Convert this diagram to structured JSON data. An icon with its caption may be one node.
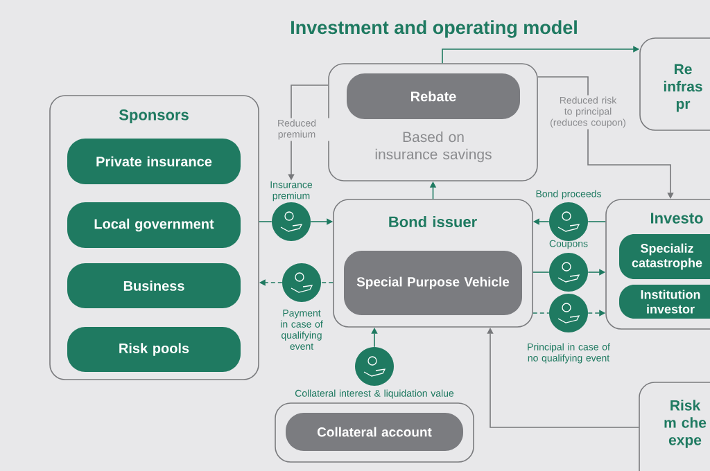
{
  "diagram": {
    "title": "Investment and operating model",
    "nodes": [
      {
        "text": [
          "Sponsors"
        ]
      },
      {
        "text": [
          "Private insurance"
        ],
        "in": 0
      },
      {
        "text": [
          "Local government"
        ],
        "in": 0
      },
      {
        "text": [
          "Business"
        ],
        "in": 0
      },
      {
        "text": [
          "Risk pools"
        ],
        "in": 0
      },
      {
        "text": [
          "Based on insurance savings"
        ]
      },
      {
        "text": [
          "Rebate"
        ],
        "in": 5
      },
      {
        "text": [
          "Re infras pr"
        ]
      },
      {
        "text": [
          "Bond issuer"
        ]
      },
      {
        "text": [
          "Special Purpose Vehicle"
        ],
        "in": 8
      },
      {
        "text": [
          "Investo"
        ]
      },
      {
        "text": [
          "Specializ catastrophe"
        ],
        "in": 10
      },
      {
        "text": [
          "Institution investor"
        ],
        "in": 10
      },
      {
        "text": [],
        "shape": "box"
      },
      {
        "text": [
          "Collateral account"
        ],
        "in": 13
      },
      {
        "text": [
          "Risk m che expe"
        ]
      },
      {
        "text": [],
        "shape": "circle",
        "beside": [
          "Insurance premium"
        ]
      },
      {
        "text": [],
        "shape": "circle",
        "beside": [
          "Payment in case of qualifying event"
        ]
      },
      {
        "text": [],
        "shape": "circle",
        "beside": [
          "Bond proceeds"
        ]
      },
      {
        "text": [],
        "shape": "circle",
        "beside": [
          "Coupons"
        ]
      },
      {
        "text": [],
        "shape": "circle",
        "beside": [
          "Principal in case of no qualifying event"
        ]
      },
      {
        "text": [],
        "shape": "circle",
        "beside": [
          "Collateral interest & liquidation value"
        ]
      }
    ],
    "edges": [
      {
        "from": 5,
        "to": 7,
        "arrow": "to"
      },
      {
        "from": 5,
        "to": 16,
        "arrow": "to",
        "label": "Reduced premium",
        "color": "#77787b"
      },
      {
        "from": 5,
        "to": 10,
        "arrow": "to",
        "label": "Reduced risk to principal (reduces coupon)",
        "color": "#77787b"
      },
      {
        "from": 0,
        "to": 16,
        "arrow": "none"
      },
      {
        "from": 16,
        "to": 8,
        "arrow": "to"
      },
      {
        "from": 8,
        "to": 5,
        "arrow": "to"
      },
      {
        "from": 8,
        "to": 17,
        "arrow": "none",
        "style": "dashed"
      },
      {
        "from": 17,
        "to": 0,
        "arrow": "to",
        "style": "dashed"
      },
      {
        "from": 10,
        "to": 18,
        "arrow": "none"
      },
      {
        "from": 18,
        "to": 8,
        "arrow": "to"
      },
      {
        "from": 8,
        "to": 19,
        "arrow": "none"
      },
      {
        "from": 19,
        "to": 10,
        "arrow": "to"
      },
      {
        "from": 8,
        "to": 20,
        "arrow": "none",
        "style": "dashed"
      },
      {
        "from": 20,
        "to": 10,
        "arrow": "to",
        "style": "dashed"
      },
      {
        "from": 21,
        "to": 8,
        "arrow": "to"
      },
      {
        "from": 15,
        "to": 8,
        "arrow": "to",
        "color": "#77787b"
      }
    ]
  }
}
